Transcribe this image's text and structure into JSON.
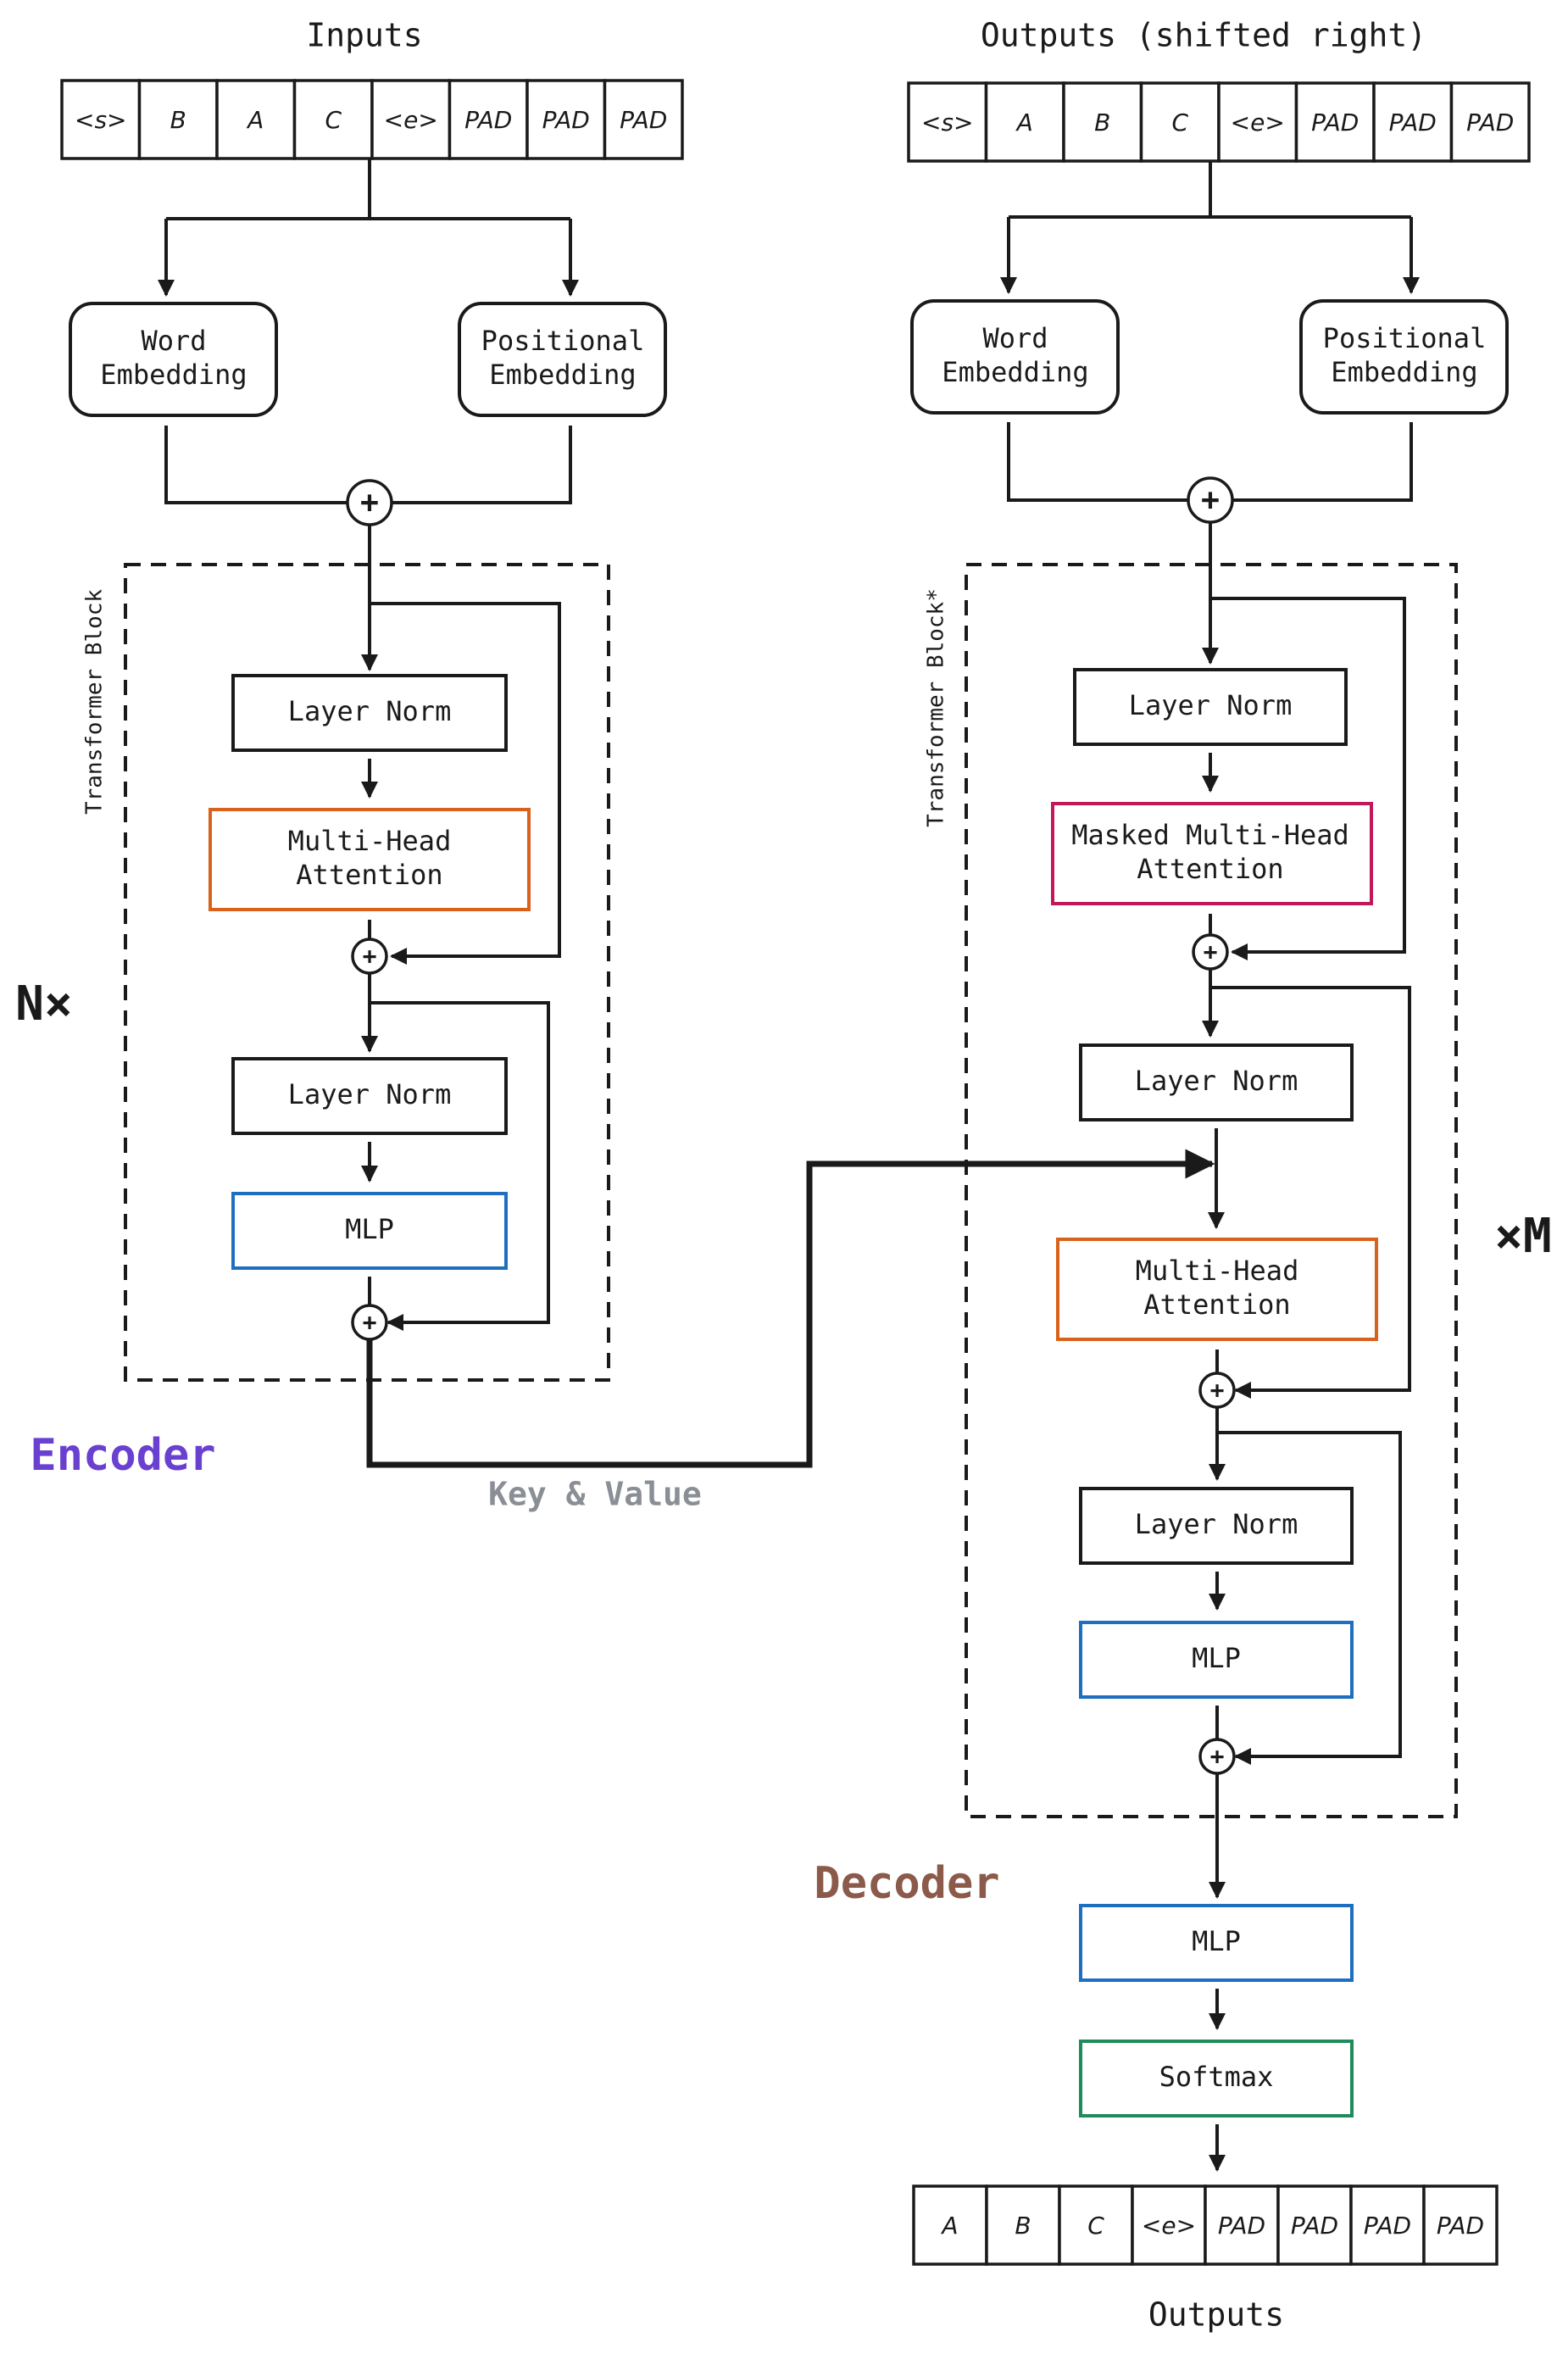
{
  "colors": {
    "stroke": "#1a1a1a",
    "attention": "#d9621b",
    "masked_attention": "#c2185b",
    "mlp": "#1e6fbf",
    "softmax": "#1e8c5a",
    "encoder_label": "#6a40d0",
    "decoder_label": "#8b5a4a",
    "key_value_label": "#8a8f96"
  },
  "inputs": {
    "title": "Inputs",
    "tokens": [
      "<s>",
      "B",
      "A",
      "C",
      "<e>",
      "PAD",
      "PAD",
      "PAD"
    ]
  },
  "outputs_shifted": {
    "title": "Outputs (shifted right)",
    "tokens": [
      "<s>",
      "A",
      "B",
      "C",
      "<e>",
      "PAD",
      "PAD",
      "PAD"
    ]
  },
  "outputs_final": {
    "title": "Outputs",
    "tokens": [
      "A",
      "B",
      "C",
      "<e>",
      "PAD",
      "PAD",
      "PAD",
      "PAD"
    ]
  },
  "encoder": {
    "label": "Encoder",
    "repeat": "N×",
    "block_title": "Transformer Block",
    "word_embedding": [
      "Word",
      "Embedding"
    ],
    "positional_embedding": [
      "Positional",
      "Embedding"
    ],
    "layer_norm": "Layer Norm",
    "attention": [
      "Multi-Head",
      "Attention"
    ],
    "mlp": "MLP"
  },
  "decoder": {
    "label": "Decoder",
    "repeat": "×M",
    "block_title": "Transformer Block*",
    "word_embedding": [
      "Word",
      "Embedding"
    ],
    "positional_embedding": [
      "Positional",
      "Embedding"
    ],
    "layer_norm": "Layer Norm",
    "masked_attention": [
      "Masked Multi-Head",
      "Attention"
    ],
    "cross_attention": [
      "Multi-Head",
      "Attention"
    ],
    "mlp": "MLP",
    "head_mlp": "MLP",
    "softmax": "Softmax"
  },
  "key_value": "Key & Value",
  "plus": "+"
}
